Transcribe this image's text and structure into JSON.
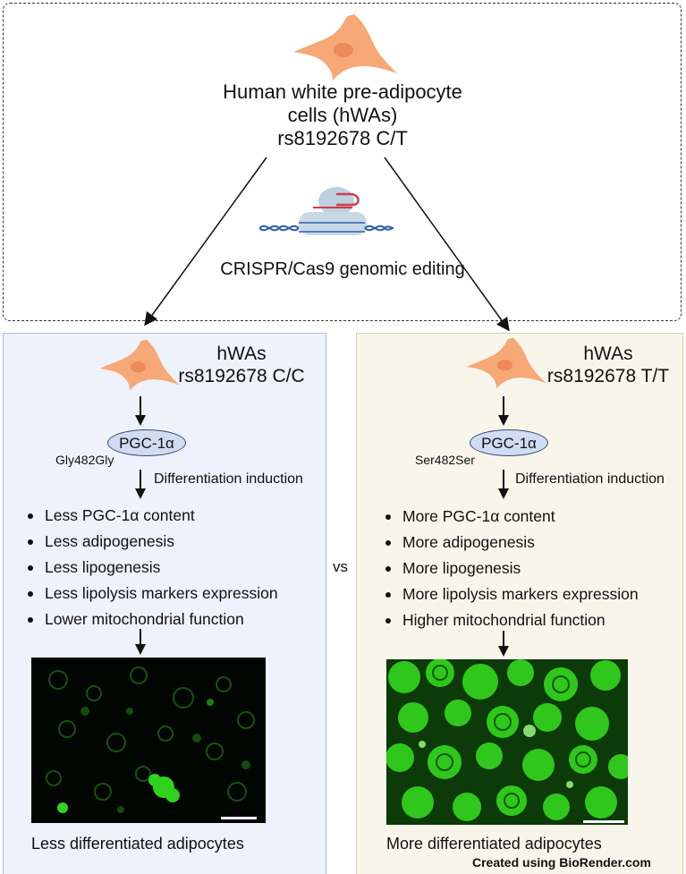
{
  "top": {
    "title_line1": "Human white pre-adipocyte",
    "title_line2": "cells (hWAs)",
    "title_line3": "rs8192678 C/T",
    "method": "CRISPR/Cas9 genomic editing"
  },
  "left": {
    "cell_label": "hWAs",
    "genotype": "rs8192678 C/C",
    "protein": "PGC-1α",
    "variant": "Gly482Gly",
    "induction": "Differentiation induction",
    "bullets": [
      "Less PGC-1α content",
      "Less adipogenesis",
      "Less lipogenesis",
      "Less lipolysis markers expression",
      "Lower mitochondrial function"
    ],
    "caption": "Less differentiated adipocytes"
  },
  "right": {
    "cell_label": "hWAs",
    "genotype": "rs8192678 T/T",
    "protein": "PGC-1α",
    "variant": "Ser482Ser",
    "induction": "Differentiation induction",
    "bullets": [
      "More PGC-1α content",
      "More adipogenesis",
      "More lipogenesis",
      "More lipolysis markers expression",
      "Higher mitochondrial function"
    ],
    "caption": "More differentiated adipocytes"
  },
  "vs_label": "vs",
  "credit": "Created using BioRender.com",
  "colors": {
    "cell_body": "#f6a876",
    "nucleus": "#ec8a5a",
    "left_panel_bg": "#eef2fb",
    "right_panel_bg": "#f8f6ea",
    "fluorescence": "#33dd22"
  },
  "icons": [
    "cell-icon",
    "crispr-dna-icon",
    "arrow-down-icon"
  ]
}
